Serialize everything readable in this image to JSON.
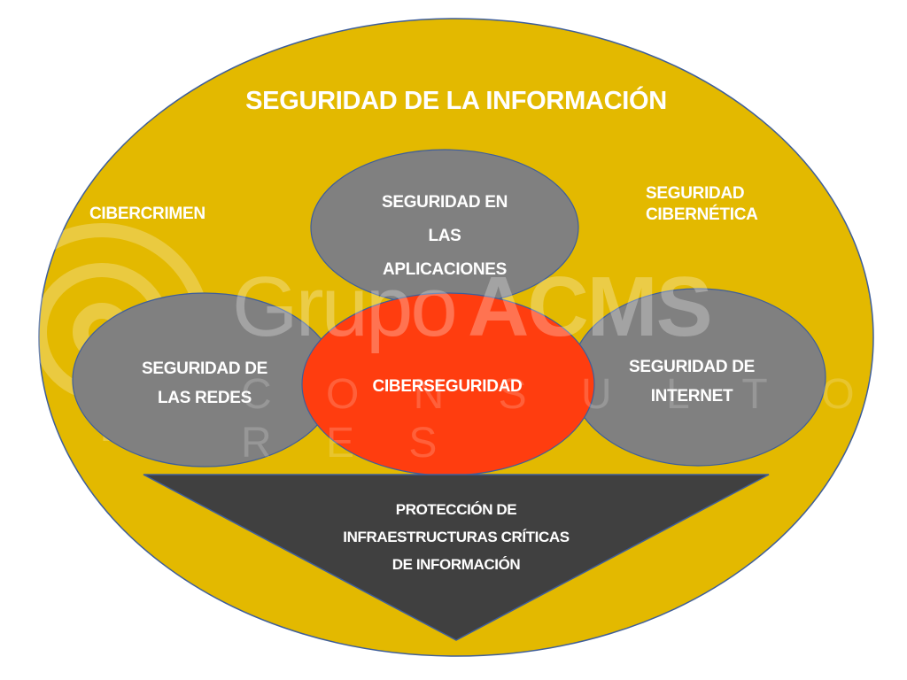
{
  "diagram": {
    "title": "SEGURIDAD DE LA INFORMACIÓN",
    "outer_labels": {
      "left": "CIBERCRIMEN",
      "right_line1": "SEGURIDAD",
      "right_line2": "CIBERNÉTICA"
    },
    "nodes": {
      "top": {
        "line1": "SEGURIDAD EN",
        "line2": "LAS",
        "line3": "APLICACIONES"
      },
      "left": {
        "line1": "SEGURIDAD DE",
        "line2": "LAS REDES"
      },
      "center": {
        "line1": "CIBERSEGURIDAD"
      },
      "right": {
        "line1": "SEGURIDAD DE",
        "line2": "INTERNET"
      },
      "bottom": {
        "line1": "PROTECCIÓN DE",
        "line2": "INFRAESTRUCTURAS CRÍTICAS",
        "line3": "DE INFORMACIÓN"
      }
    },
    "watermark": {
      "word1": "Grupo",
      "word2": "ACMS",
      "subtitle": "C O N S U L T O R E S"
    },
    "colors": {
      "outer": "#E3B900",
      "gray_node": "#808080",
      "center": "#FF3D0F",
      "triangle": "#404040",
      "stroke": "#3E5E9A",
      "text": "#FFFFFF"
    }
  }
}
